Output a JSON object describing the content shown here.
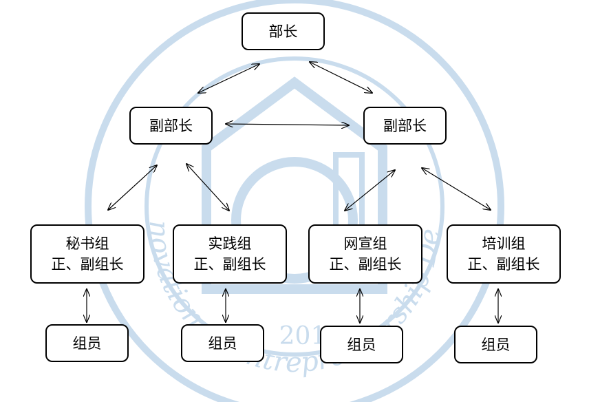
{
  "nodes": {
    "minister": {
      "label": "部长"
    },
    "deputy_left": {
      "label": "副部长"
    },
    "deputy_right": {
      "label": "副部长"
    },
    "secretariat": {
      "name": "秘书组",
      "leaders": "正、副组长"
    },
    "practice": {
      "name": "实践组",
      "leaders": "正、副组长"
    },
    "publicity": {
      "name": "网宣组",
      "leaders": "正、副组长"
    },
    "training": {
      "name": "培训组",
      "leaders": "正、副组长"
    },
    "member_1": {
      "label": "组员"
    },
    "member_2": {
      "label": "组员"
    },
    "member_3": {
      "label": "组员"
    },
    "member_4": {
      "label": "组员"
    }
  },
  "watermark": {
    "seal_text": "Innovation & Entrepreneurship Dept.",
    "year_fragment": "201",
    "color": "#c9dced"
  },
  "colors": {
    "box_border": "#000000",
    "arrow": "#000000",
    "text": "#000000"
  }
}
